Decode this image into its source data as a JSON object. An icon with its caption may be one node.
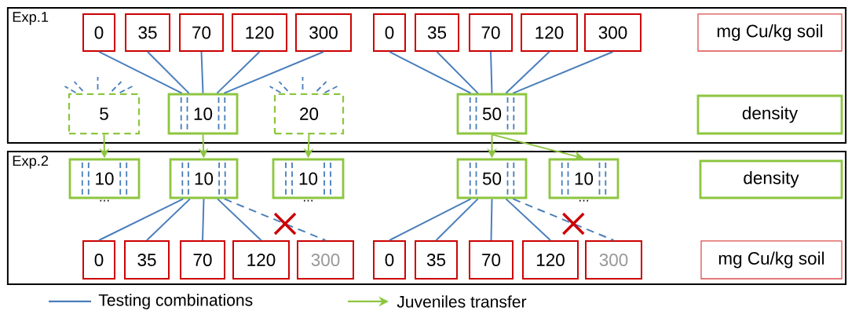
{
  "diagram": {
    "nodes": [
      {
        "text": [
          "Exp.1"
        ]
      },
      {
        "text": [
          "0"
        ],
        "in": 0
      },
      {
        "text": [
          "35"
        ],
        "in": 0
      },
      {
        "text": [
          "70"
        ],
        "in": 0
      },
      {
        "text": [
          "120"
        ],
        "in": 0
      },
      {
        "text": [
          "300"
        ],
        "in": 0
      },
      {
        "text": [
          "0"
        ],
        "in": 0
      },
      {
        "text": [
          "35"
        ],
        "in": 0
      },
      {
        "text": [
          "70"
        ],
        "in": 0
      },
      {
        "text": [
          "120"
        ],
        "in": 0
      },
      {
        "text": [
          "300"
        ],
        "in": 0
      },
      {
        "text": [
          "mg Cu/kg soil"
        ],
        "in": 0
      },
      {
        "text": [
          "5"
        ],
        "in": 0
      },
      {
        "text": [
          "10"
        ],
        "in": 0
      },
      {
        "text": [
          "20"
        ],
        "in": 0
      },
      {
        "text": [
          "50"
        ],
        "in": 0
      },
      {
        "text": [
          "density"
        ],
        "in": 0
      },
      {
        "text": [
          "Exp.2"
        ]
      },
      {
        "text": [
          "10"
        ],
        "in": 17,
        "beside": [
          "..."
        ]
      },
      {
        "text": [
          "10"
        ],
        "in": 17
      },
      {
        "text": [
          "10"
        ],
        "in": 17,
        "beside": [
          "..."
        ]
      },
      {
        "text": [
          "50"
        ],
        "in": 17
      },
      {
        "text": [
          "10"
        ],
        "in": 17,
        "beside": [
          "..."
        ]
      },
      {
        "text": [
          "density"
        ],
        "in": 17
      },
      {
        "text": [
          "0"
        ],
        "in": 17
      },
      {
        "text": [
          "35"
        ],
        "in": 17
      },
      {
        "text": [
          "70"
        ],
        "in": 17
      },
      {
        "text": [
          "120"
        ],
        "in": 17
      },
      {
        "text": [
          "300"
        ],
        "in": 17
      },
      {
        "text": [
          "0"
        ],
        "in": 17
      },
      {
        "text": [
          "35"
        ],
        "in": 17
      },
      {
        "text": [
          "70"
        ],
        "in": 17
      },
      {
        "text": [
          "120"
        ],
        "in": 17
      },
      {
        "text": [
          "300"
        ],
        "in": 17
      },
      {
        "text": [
          "mg Cu/kg soil"
        ],
        "in": 17
      }
    ],
    "edges": [
      {
        "from": 1,
        "to": 13,
        "arrow": "none"
      },
      {
        "from": 2,
        "to": 13,
        "arrow": "none"
      },
      {
        "from": 3,
        "to": 13,
        "arrow": "none"
      },
      {
        "from": 4,
        "to": 13,
        "arrow": "none"
      },
      {
        "from": 5,
        "to": 13,
        "arrow": "none"
      },
      {
        "from": 6,
        "to": 15,
        "arrow": "none"
      },
      {
        "from": 7,
        "to": 15,
        "arrow": "none"
      },
      {
        "from": 8,
        "to": 15,
        "arrow": "none"
      },
      {
        "from": 9,
        "to": 15,
        "arrow": "none"
      },
      {
        "from": 10,
        "to": 15,
        "arrow": "none"
      },
      {
        "from": 12,
        "to": 18,
        "arrow": "to",
        "color": "#8dc63f"
      },
      {
        "from": 13,
        "to": 19,
        "arrow": "to",
        "color": "#8dc63f"
      },
      {
        "from": 14,
        "to": 20,
        "arrow": "to",
        "color": "#8dc63f"
      },
      {
        "from": 15,
        "to": 21,
        "arrow": "to",
        "color": "#8dc63f"
      },
      {
        "from": 15,
        "to": 22,
        "arrow": "to",
        "color": "#8dc63f"
      },
      {
        "from": 19,
        "to": 24,
        "arrow": "none"
      },
      {
        "from": 19,
        "to": 25,
        "arrow": "none"
      },
      {
        "from": 19,
        "to": 26,
        "arrow": "none"
      },
      {
        "from": 19,
        "to": 27,
        "arrow": "none"
      },
      {
        "from": 19,
        "to": 28,
        "arrow": "none",
        "style": "dashed"
      },
      {
        "from": 21,
        "to": 29,
        "arrow": "none"
      },
      {
        "from": 21,
        "to": 30,
        "arrow": "none"
      },
      {
        "from": 21,
        "to": 31,
        "arrow": "none"
      },
      {
        "from": 21,
        "to": 32,
        "arrow": "none"
      },
      {
        "from": 21,
        "to": 33,
        "arrow": "none",
        "style": "dashed"
      }
    ],
    "legend": [
      {
        "text": "Testing combinations"
      },
      {
        "text": "Juveniles transfer"
      }
    ]
  }
}
